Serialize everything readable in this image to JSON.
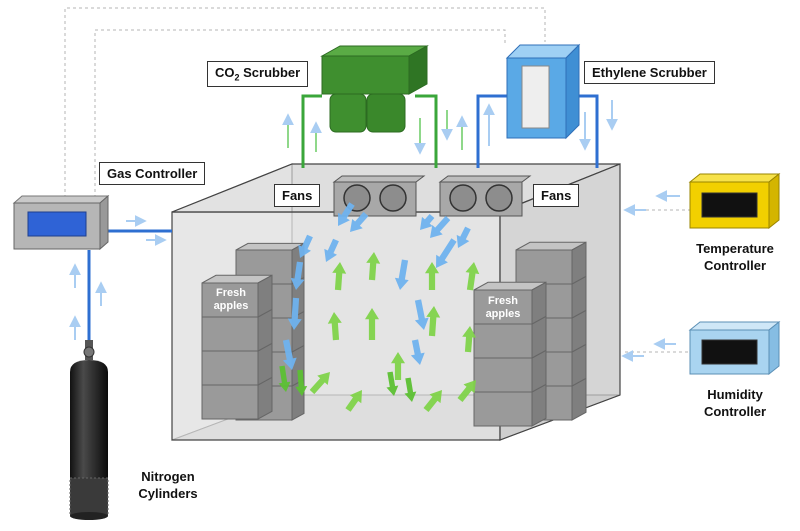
{
  "labels": {
    "co2_scrubber_main": "CO",
    "co2_scrubber_sub": "2",
    "co2_scrubber_rest": " Scrubber",
    "ethylene_scrubber": "Ethylene Scrubber",
    "gas_controller": "Gas Controller",
    "fans_left": "Fans",
    "fans_right": "Fans",
    "temperature_controller_line1": "Temperature",
    "temperature_controller_line2": "Controller",
    "humidity_controller_line1": "Humidity",
    "humidity_controller_line2": "Controller",
    "nitrogen_line1": "Nitrogen",
    "nitrogen_line2": "Cylinders",
    "fresh_apples_left_line1": "Fresh",
    "fresh_apples_left_line2": "apples",
    "fresh_apples_right_line1": "Fresh",
    "fresh_apples_right_line2": "apples"
  },
  "colors": {
    "pipe_blue": "#2e6fd1",
    "pipe_green": "#3aa63a",
    "co2_scrubber_green": "#3f8f2f",
    "ethylene_scrubber_blue": "#5aa9e6",
    "temp_controller_yellow": "#f2d000",
    "humidity_controller_blue": "#a9d4f0",
    "screen_blue": "#2f63d6",
    "room_gray": "#d9d9d9",
    "box_gray": "#9a9a9a",
    "air_blue": "#6fb2ee",
    "air_green": "#7fd34a"
  }
}
